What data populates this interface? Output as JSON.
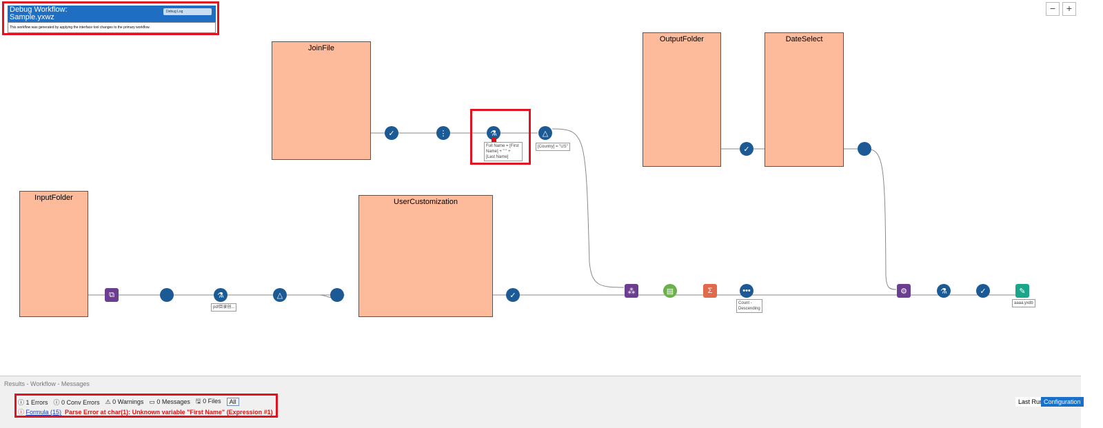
{
  "debug": {
    "title": "Debug Workflow:",
    "filename": "Sample.yxwz",
    "dropdown": "Debug Log",
    "description": "This workflow was generated by applying the interface tool changes to the primary workflow."
  },
  "containers": [
    "JoinFile",
    "InputFolder",
    "UserCustomization",
    "OutputFolder",
    "DateSelect"
  ],
  "tool_labels": {
    "formula_top": "Full Name = [First Name] + \" \" + [Last Name]",
    "filter_top": "[Country] = \"US\"",
    "formula_bottom": "pdf目录创...",
    "sort": "Count - Descending",
    "output": "aaaa.yxdb"
  },
  "zoom": {
    "minus": "−",
    "plus": "+"
  },
  "results": {
    "title": "Results - Workflow - Messages",
    "errors": "1 Errors",
    "conv_errors": "0 Conv Errors",
    "warnings": "0 Warnings",
    "messages": "0 Messages",
    "files": "0 Files",
    "all": "All",
    "msg_tool": "Formula (15)",
    "msg_text": "Parse Error at char(1): Unknown variable \"First Name\" (Expression #1)",
    "last_run": "Last Run",
    "configuration": "Configuration"
  }
}
